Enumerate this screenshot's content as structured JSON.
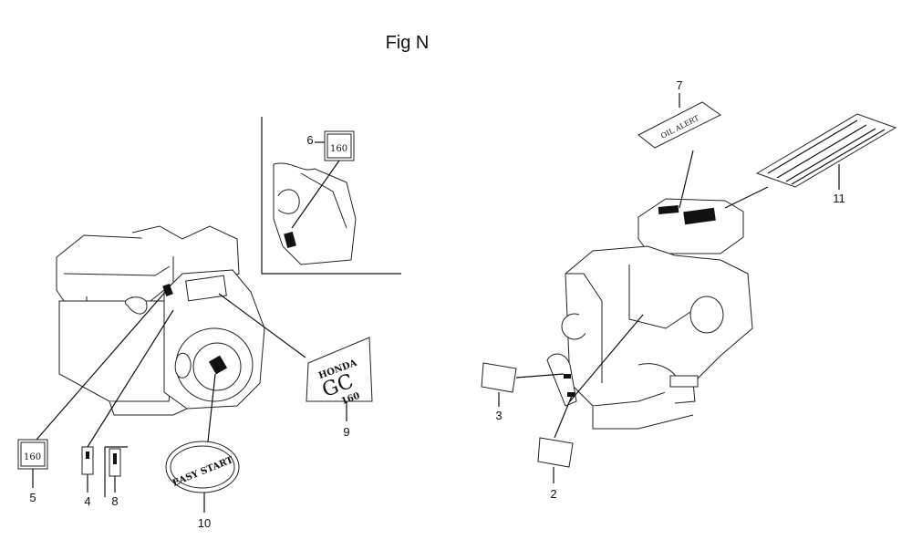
{
  "figure": {
    "title": "Fig N"
  },
  "callouts": {
    "c2": "2",
    "c3": "3",
    "c4": "4",
    "c5": "5",
    "c6": "6",
    "c7": "7",
    "c8": "8",
    "c9": "9",
    "c10": "10",
    "c11": "11"
  },
  "decals": {
    "model_brand": "HONDA",
    "model_name": "GC",
    "model_number": "160",
    "small_number": "160",
    "start_label": "EASY START",
    "oil_label": "OIL ALERT"
  },
  "colors": {
    "line": "#111111",
    "background": "#ffffff"
  }
}
